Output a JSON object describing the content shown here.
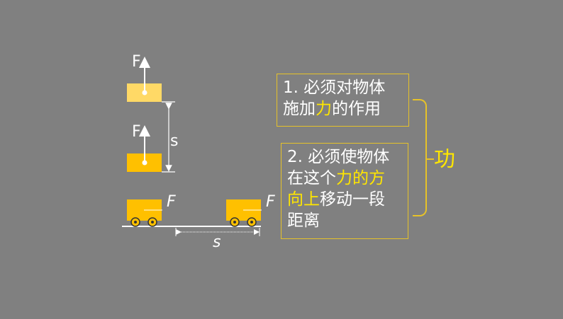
{
  "labels": {
    "force": "F",
    "distance": "s"
  },
  "box1": {
    "line1": "1. 必须对物体",
    "line2_pre": "施加",
    "line2_hl": "力",
    "line2_post": "的作用"
  },
  "box2": {
    "line1": "2. 必须使物体",
    "line2_pre": "在这个",
    "line2_hl": "力的方",
    "line3_hl": "向上",
    "line3_post": "移动一段",
    "line4": "距离"
  },
  "conclusion": "功",
  "colors": {
    "background": "#808080",
    "block_fill": "#ffc000",
    "block_fill_light": "#ffd966",
    "highlight": "#ffe600",
    "frame": "#e6c229"
  }
}
